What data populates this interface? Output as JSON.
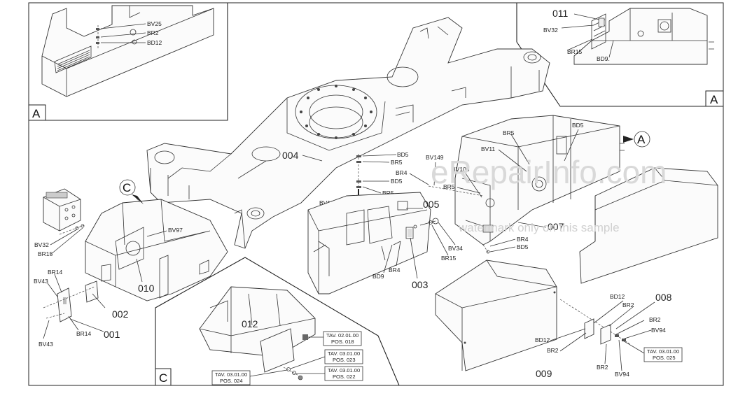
{
  "part_numbers": {
    "p001": "001",
    "p002": "002",
    "p003": "003",
    "p004": "004",
    "p005": "005",
    "p007": "007",
    "p008": "008",
    "p009": "009",
    "p010": "010",
    "p011": "011",
    "p012": "012"
  },
  "section_letters": {
    "a1": "A",
    "a2": "A",
    "a3": "A",
    "c1": "C",
    "c2": "C"
  },
  "callouts": {
    "bv25": "BV25",
    "br2_inset": "BR2",
    "bd12_inset": "BD12",
    "bv32_tr": "BV32",
    "br15_tr": "BR15",
    "bd9_tr": "BD9.",
    "bd5_top": "BD5",
    "br5_top": "BR5",
    "bv149": "BV149",
    "br4_a": "BR4",
    "bd5_b": "BD5",
    "br5_b": "BR5",
    "bv198": "BV198",
    "bv105": "BV105",
    "br5_c": "BR5",
    "bv11": "BV11",
    "br5_d": "BR5",
    "bd5_d": "BD5",
    "br4_e": "BR4",
    "bd5_e": "BD5",
    "bv34": "BV34",
    "br15_e": "BR15",
    "br4_f": "BR4",
    "bd9_f": "BD9",
    "bv97": "BV97",
    "bv32_l": "BV32",
    "br15_l": "BR15",
    "br14_a": "BR14",
    "bv43_a": "BV43",
    "br14_b": "BR14",
    "bv43_b": "BV43",
    "bd12_r": "BD12",
    "br2_r1": "BR2",
    "br2_r2": "BR2",
    "bv94_r1": "BV94",
    "bd12_l": "BD12",
    "br2_l": "BR2",
    "br2_b": "BR2",
    "bv94_b": "BV94"
  },
  "tav_boxes": {
    "t1_line1": "TAV. 02.01.00",
    "t1_line2": "POS. 018",
    "t2_line1": "TAV. 03.01.00",
    "t2_line2": "POS. 023",
    "t3_line1": "TAV. 03.01.00",
    "t3_line2": "POS. 022",
    "t4_line1": "TAV. 03.01.00",
    "t4_line2": "POS. 024",
    "t5_line1": "TAV. 03.01.00",
    "t5_line2": "POS. 025"
  },
  "watermark": {
    "main": "eRepairInfo.com",
    "sub": "watermark only on this sample"
  }
}
